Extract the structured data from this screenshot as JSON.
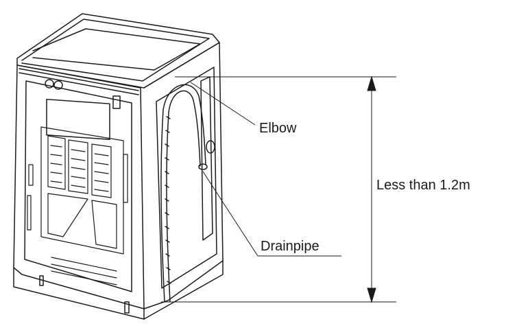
{
  "labels": {
    "elbow": "Elbow",
    "height_limit": "Less than 1.2m",
    "drainpipe": "Drainpipe"
  },
  "illustration": {
    "subject": "washing-machine-rear-view",
    "line_color": "#1a1a1a",
    "background": "#ffffff"
  }
}
